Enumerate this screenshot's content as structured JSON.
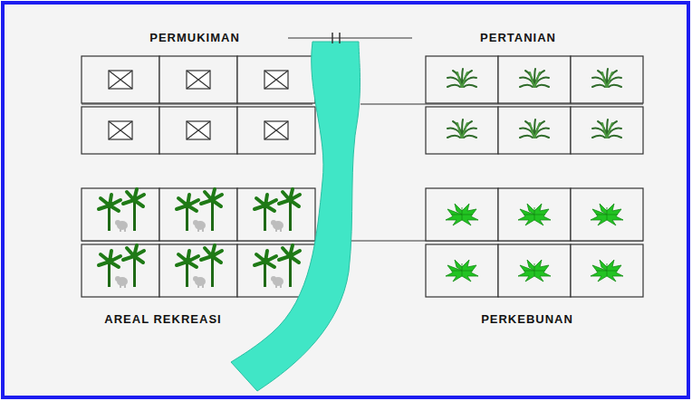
{
  "diagram": {
    "labels": [
      "PERMUKIMAN",
      "PERTANIAN",
      "AREAL REKREASI",
      "PERKEBUNAN"
    ]
  }
}
